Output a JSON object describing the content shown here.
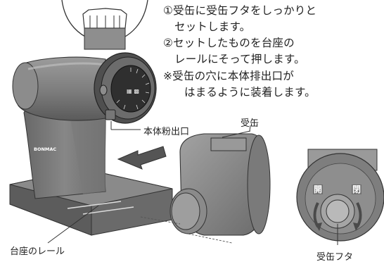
{
  "instructions": {
    "step1": "①受缶に受缶フタをしっかりと",
    "step1b": "セットします。",
    "step2": "②セットしたものを台座の",
    "step2b": "レールにそって押します。",
    "note": "※受缶の穴に本体排出口が",
    "noteb": "はまるように装着します。"
  },
  "labels": {
    "outlet": "本体粉出口",
    "canister": "受缶",
    "rail": "台座のレール",
    "lid": "受缶フタ",
    "open": "開",
    "close": "閉"
  },
  "brand": "BONMAC",
  "colors": {
    "body": "#808080",
    "body_dark": "#5e5e5e",
    "body_light": "#9a9a9a",
    "canister": "#8a8a8a",
    "line": "#333333"
  }
}
